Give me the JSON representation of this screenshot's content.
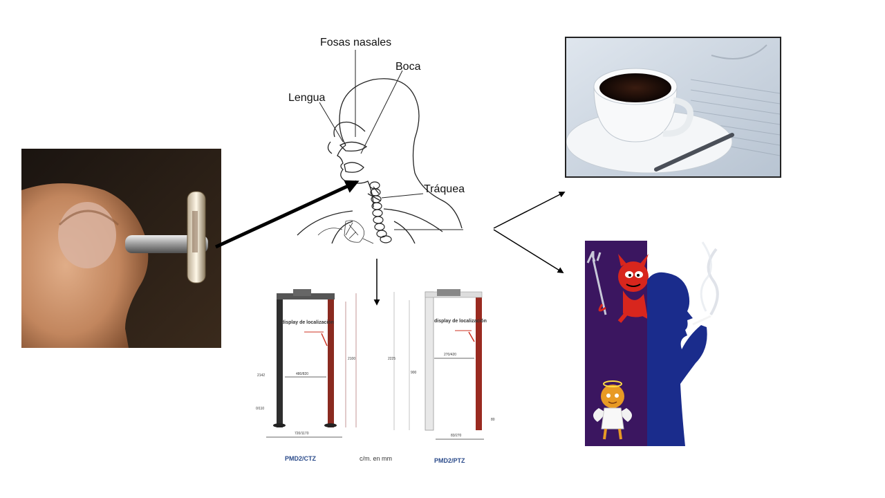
{
  "anatomy": {
    "labels": {
      "nasal": "Fosas nasales",
      "mouth": "Boca",
      "tongue": "Lengua",
      "trachea": "Tráquea"
    }
  },
  "detectors": {
    "left_display": "display de localización",
    "right_display": "display de localización",
    "left_model": "PMD2/CTZ",
    "right_model": "PMD2/PTZ",
    "units": "c/m. en mm",
    "dim_width_left": "480/820",
    "dim_height_left": "2100",
    "dim_base_left": "720/1170",
    "dim_depth_left": "0/110",
    "dim_side_left": "2142",
    "dim_width_right": "270/420",
    "dim_height_right": "2225",
    "dim_base_right": "83/270",
    "dim_side_right": "900",
    "dim_depth_right": "80"
  },
  "colors": {
    "arrow": "#000000",
    "devil_bg": "#3b1660",
    "devil": "#d8261d",
    "silhouette": "#1a2c8c",
    "detector_post": "#8a2a20"
  },
  "icons": {
    "capsule_photo": "capsule-icon",
    "coffee_photo": "coffee-cup-icon",
    "devil_angel_image": "devil-angel-icon",
    "smoker_image": "smoker-silhouette-icon"
  }
}
